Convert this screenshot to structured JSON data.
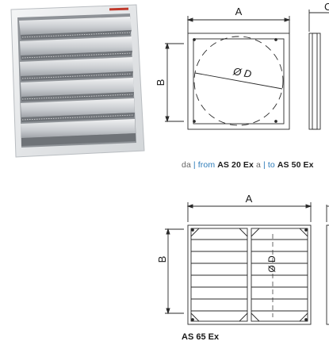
{
  "photo": {
    "alt": "Wall shutter with horizontal louvres"
  },
  "drawing1": {
    "dim_width": "A",
    "dim_height": "B",
    "dim_diameter": "Ø D",
    "dim_depth": "C"
  },
  "caption1": {
    "from_it": "da",
    "sep1": "|",
    "from_en": "from",
    "model_from": "AS 20 Ex",
    "to_it": "a",
    "sep2": "|",
    "to_en": "to",
    "model_to": "AS 50 Ex"
  },
  "drawing2": {
    "dim_width": "A",
    "dim_height": "B",
    "dim_diameter": "Ø D"
  },
  "caption2": {
    "model": "AS 65 Ex"
  },
  "colors": {
    "accent": "#2b7ab8",
    "line": "#2a2a2a",
    "louvre": "#c9ccd0"
  }
}
